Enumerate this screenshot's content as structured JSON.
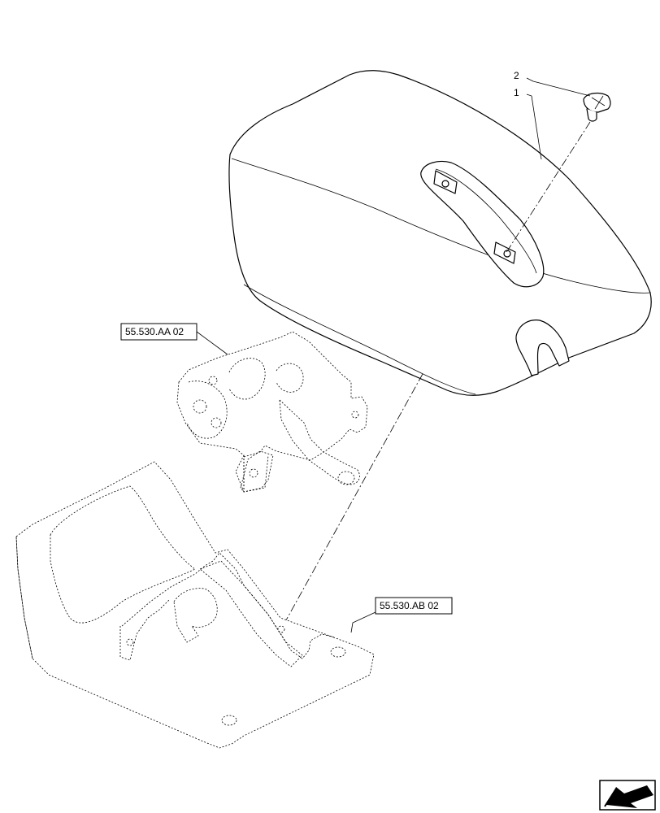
{
  "callouts": {
    "item1": "1",
    "item2": "2"
  },
  "references": {
    "ref_aa": "55.530.AA 02",
    "ref_ab": "55.530.AB 02"
  },
  "nav_icon": "page-navigation-arrow-icon"
}
